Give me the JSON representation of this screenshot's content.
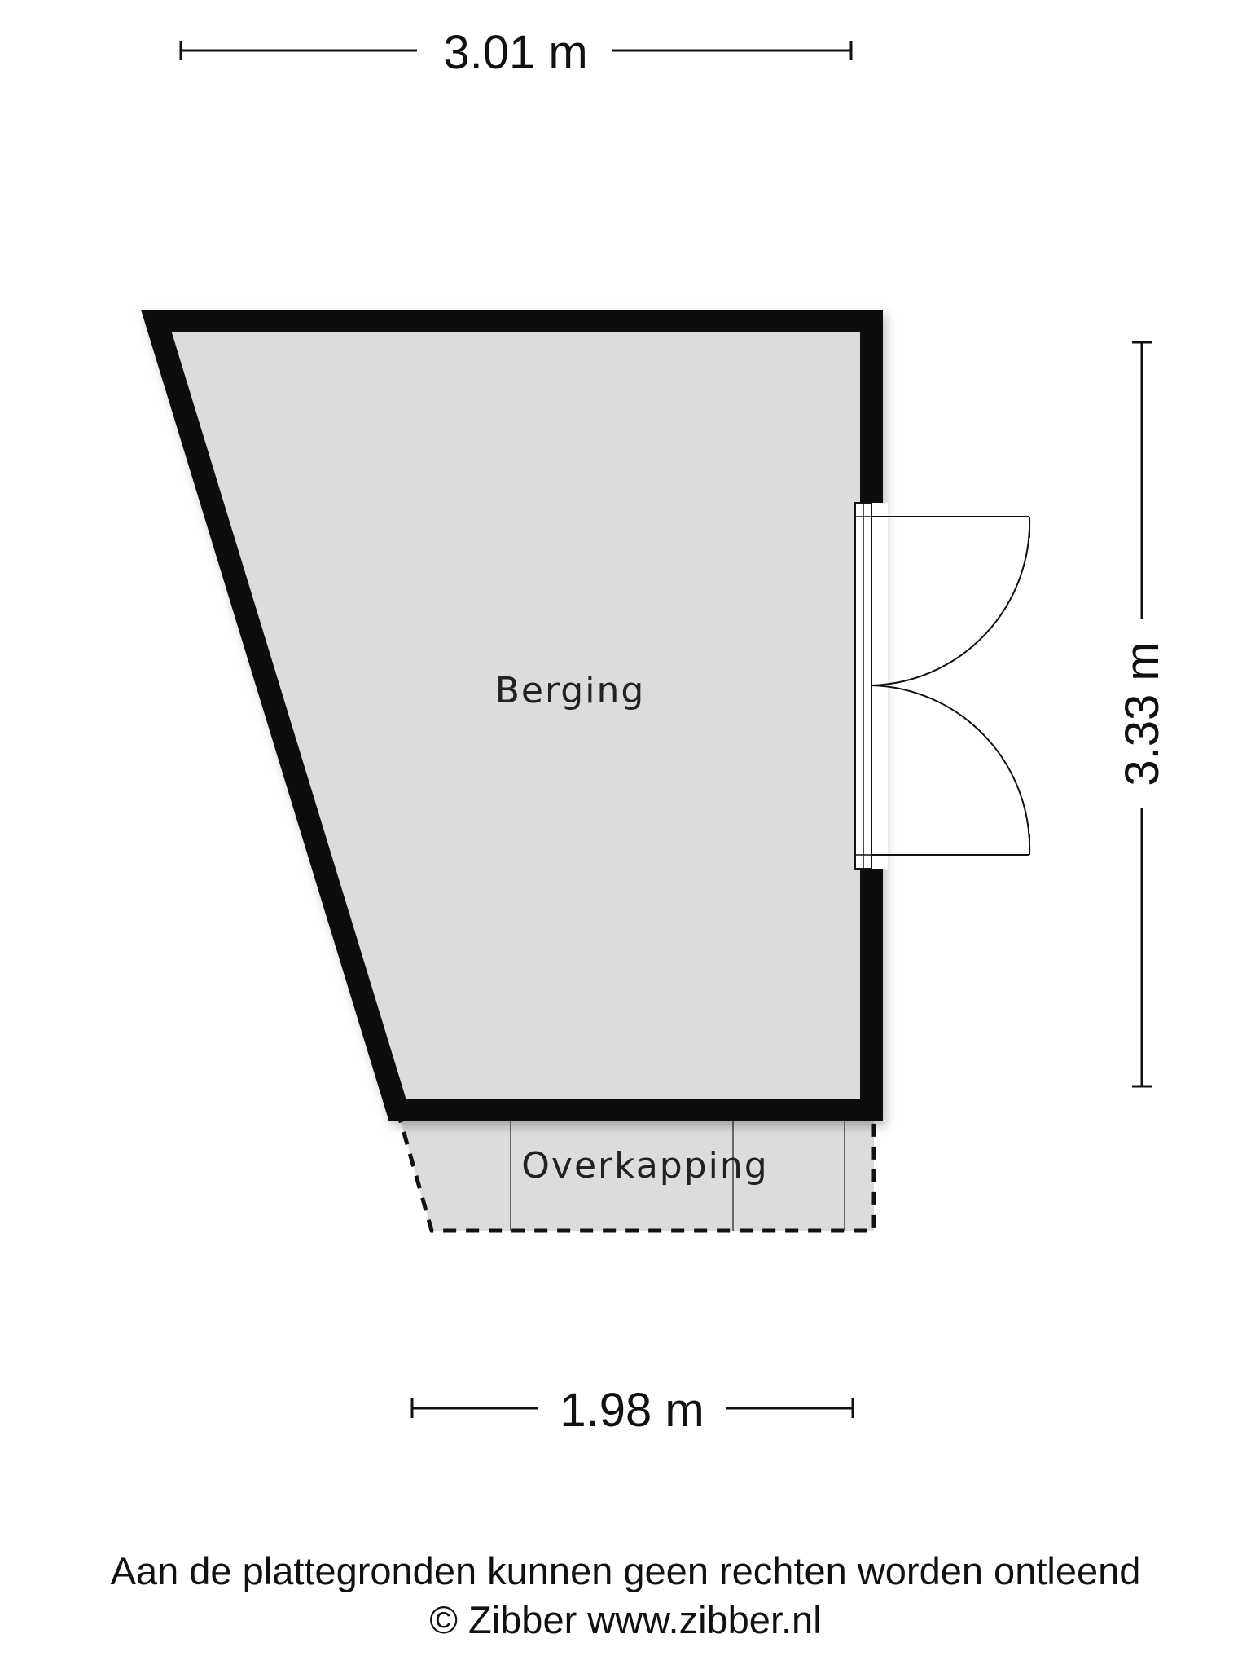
{
  "dimensions": {
    "top_width": "3.01 m",
    "right_height": "3.33 m",
    "bottom_width": "1.98 m"
  },
  "rooms": {
    "main": "Berging",
    "canopy": "Overkapping"
  },
  "footer": {
    "disclaimer": "Aan de plattegronden kunnen geen rechten worden ontleend",
    "copyright": "© Zibber www.zibber.nl"
  },
  "colors": {
    "floor": "#dcdcdc",
    "wall": "#0a0a0a"
  }
}
